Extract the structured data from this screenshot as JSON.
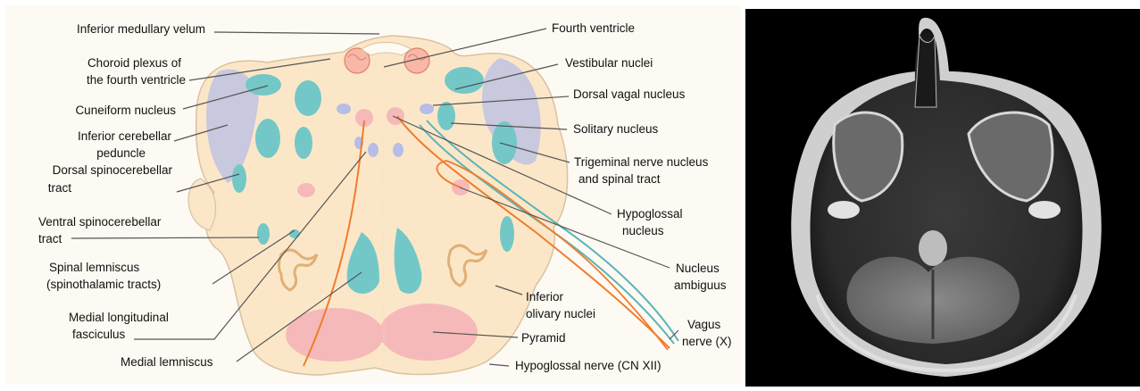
{
  "labels_left": {
    "inferior_medullary_velum": "Inferior medullary velum",
    "choroid_plexus_1": "Choroid plexus of",
    "choroid_plexus_2": "the fourth ventricle",
    "cuneiform_nucleus": "Cuneiform nucleus",
    "inferior_cerebellar_1": "Inferior cerebellar",
    "inferior_cerebellar_2": "peduncle",
    "dorsal_spinocerebellar_1": "Dorsal spinocerebellar",
    "dorsal_spinocerebellar_2": "tract",
    "ventral_spinocerebellar_1": "Ventral spinocerebellar",
    "ventral_spinocerebellar_2": "tract",
    "spinal_lemniscus_1": "Spinal lemniscus",
    "spinal_lemniscus_2": "(spinothalamic tracts)",
    "medial_longitudinal_1": "Medial longitudinal",
    "medial_longitudinal_2": "fasciculus",
    "medial_lemniscus": "Medial lemniscus"
  },
  "labels_right": {
    "fourth_ventricle": "Fourth ventricle",
    "vestibular_nuclei": "Vestibular nuclei",
    "dorsal_vagal_nucleus": "Dorsal vagal nucleus",
    "solitary_nucleus": "Solitary nucleus",
    "trigeminal_1": "Trigeminal nerve nucleus",
    "trigeminal_2": "and spinal tract",
    "hypoglossal_nucleus_1": "Hypoglossal",
    "hypoglossal_nucleus_2": "nucleus",
    "nucleus_ambiguus_1": "Nucleus",
    "nucleus_ambiguus_2": "ambiguus",
    "inferior_olivary_1": "Inferior",
    "inferior_olivary_2": "olivary nuclei",
    "vagus_1": "Vagus",
    "vagus_2": "nerve (X)",
    "pyramid": "Pyramid",
    "hypoglossal_nerve": "Hypoglossal nerve (CN XII)"
  },
  "colors": {
    "tissue": "#fbe7c8",
    "nucleus_blue": "#73c8c7",
    "tract_lavender": "#b7bde6",
    "nucleus_pink": "#f6b9b9",
    "nerve_orange": "#f07c2f",
    "nerve_teal": "#5bb5b8",
    "olive_tan": "#e6c08a",
    "leader_line": "#555555"
  },
  "mri": {
    "view": "axial",
    "background": "#000000"
  }
}
